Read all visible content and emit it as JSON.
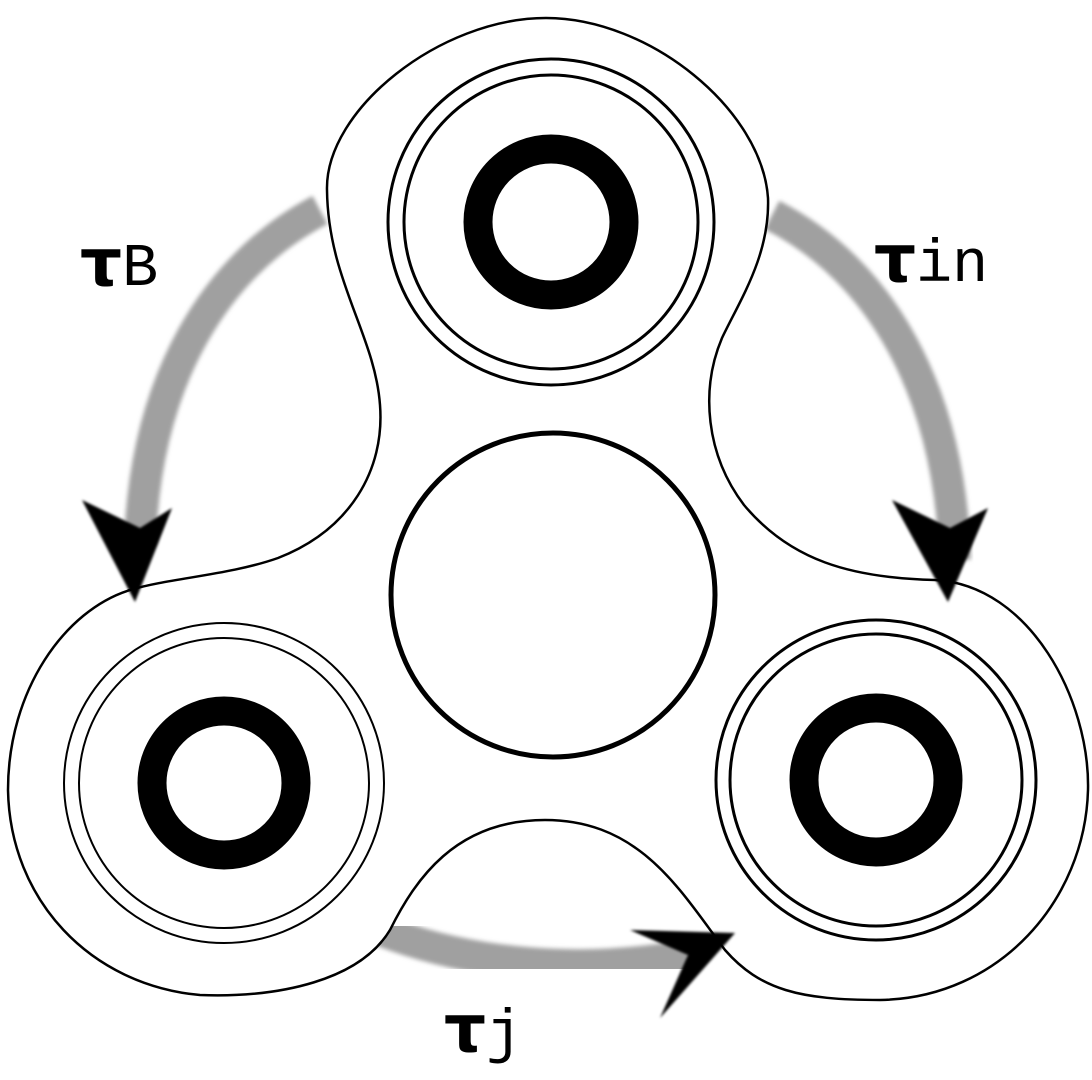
{
  "diagram": {
    "description_labels": [
      {
        "key": "tau_b",
        "symbol": "τ",
        "subscript": "B"
      },
      {
        "key": "tau_in",
        "symbol": "τ",
        "subscript": "in"
      },
      {
        "key": "tau_j",
        "symbol": "τ",
        "subscript": "j"
      }
    ],
    "colors": {
      "outline": "#000000",
      "arrow_band": "#a0a0a0",
      "arrow_head": "#000000",
      "fill": "#ffffff"
    }
  }
}
